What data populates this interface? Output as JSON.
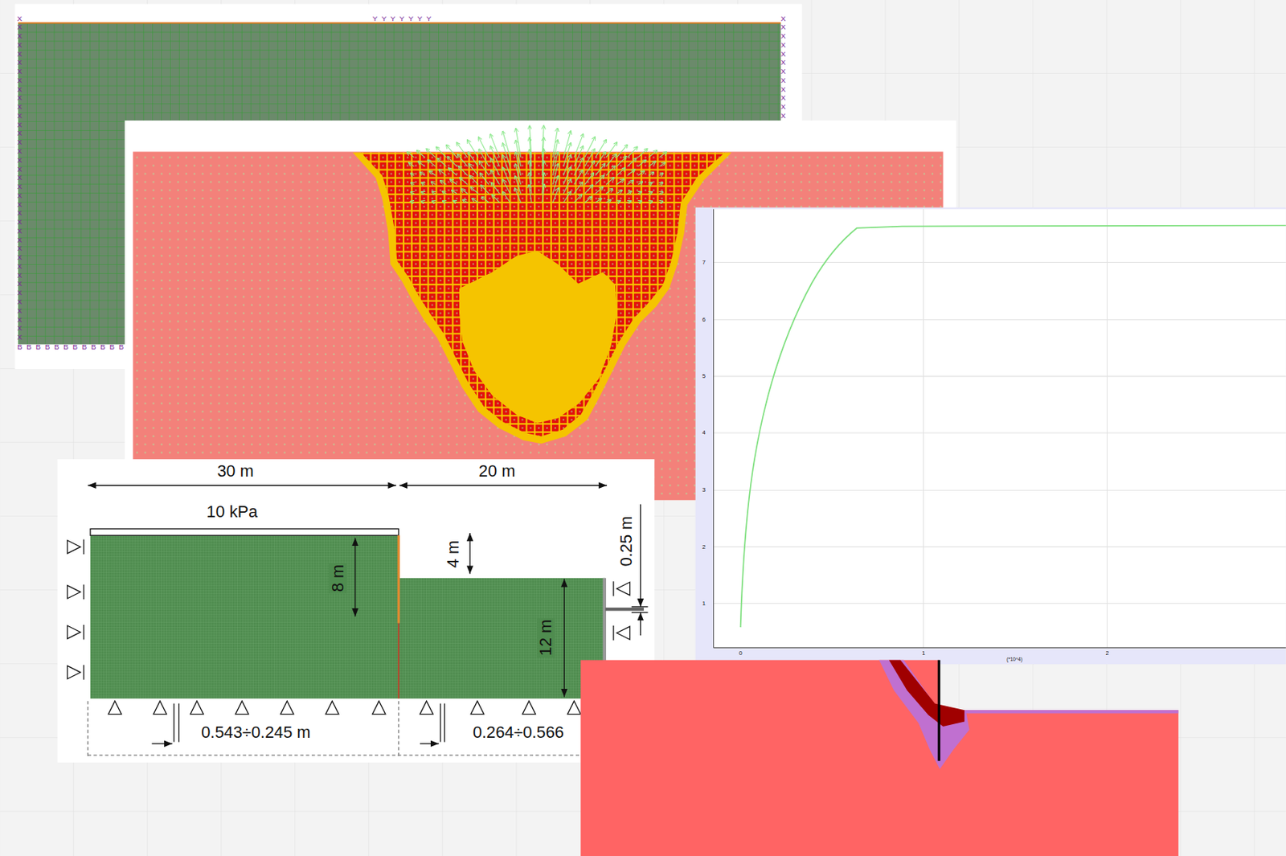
{
  "diagram": {
    "labels": [
      "Y Y Y Y Y Y Y",
      "X X X X X X X X X X X X X X X X X X X X X X X X X X X X X X X X X X X X X",
      "X X X X X X X X X X X X",
      "B B B B B B B B B B B B",
      "30 m",
      "20 m",
      "10 kPa",
      "8 m",
      "4 m",
      "0.25 m",
      "12 m",
      "0.543÷0.245 m",
      "0.264÷0.566",
      "1",
      "2",
      "3",
      "4",
      "5",
      "6",
      "7",
      "0",
      "1",
      "2",
      "(*10^4)"
    ]
  }
}
